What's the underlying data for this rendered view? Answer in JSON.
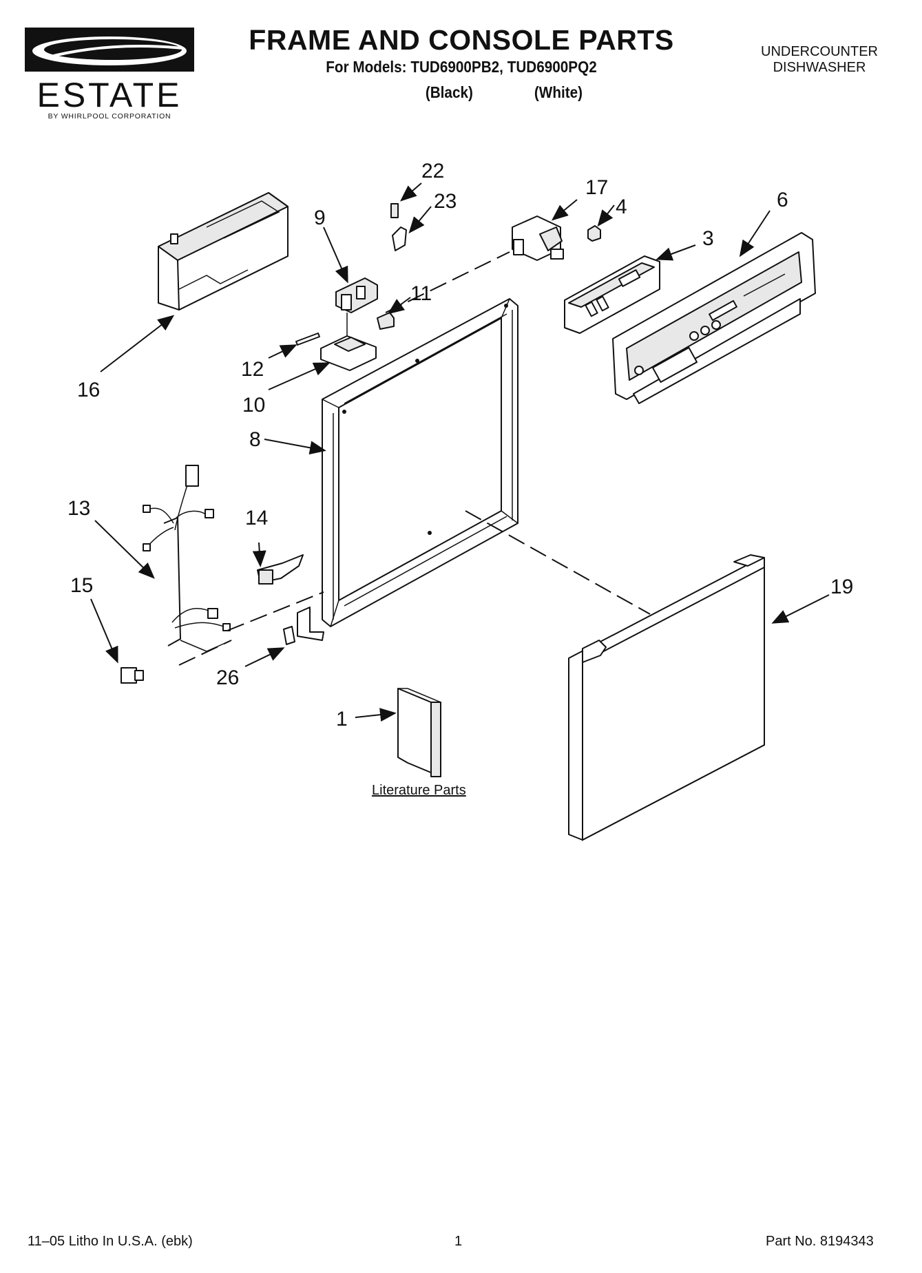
{
  "brand": {
    "name": "ESTATE",
    "subtitle": "BY WHIRLPOOL CORPORATION",
    "logo_icon": "estate-swoosh-logo"
  },
  "header": {
    "title": "FRAME AND CONSOLE PARTS",
    "models": "For Models: TUD6900PB2, TUD6900PQ2",
    "variant_black": "(Black)",
    "variant_white": "(White)",
    "product_line1": "UNDERCOUNTER",
    "product_line2": "DISHWASHER"
  },
  "callouts": {
    "c1": "1",
    "c3": "3",
    "c4": "4",
    "c6": "6",
    "c8": "8",
    "c9": "9",
    "c10": "10",
    "c11": "11",
    "c12": "12",
    "c13": "13",
    "c14": "14",
    "c15": "15",
    "c16": "16",
    "c17": "17",
    "c19": "19",
    "c22": "22",
    "c23": "23",
    "c26": "26"
  },
  "literature_label": "Literature Parts",
  "footer": {
    "left": "11–05 Litho In U.S.A. (ebk)",
    "page": "1",
    "part_no": "Part No. 8194343"
  }
}
